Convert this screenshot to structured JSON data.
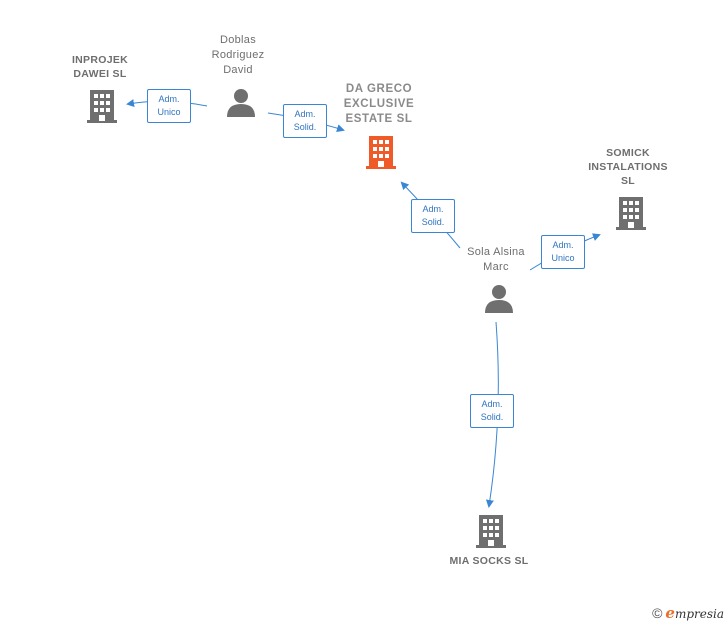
{
  "colors": {
    "edge": "#3a86d4",
    "building": "#6f6f6f",
    "building_focus": "#f05a28",
    "person": "#6f6f6f",
    "brand_accent": "#e8702a"
  },
  "nodes": {
    "inprojek": {
      "lines": [
        "INPROJEK",
        "DAWEI  SL"
      ],
      "icon": "building-icon"
    },
    "doblas": {
      "lines": [
        "Doblas",
        "Rodriguez",
        "David"
      ],
      "icon": "person-icon"
    },
    "dagreco": {
      "lines": [
        "DA GRECO",
        "EXCLUSIVE",
        "ESTATE  SL"
      ],
      "icon": "building-icon"
    },
    "somick": {
      "lines": [
        "SOMICK",
        "INSTALATIONS",
        "SL"
      ],
      "icon": "building-icon"
    },
    "sola": {
      "lines": [
        "Sola Alsina",
        "Marc"
      ],
      "icon": "person-icon"
    },
    "miasocks": {
      "lines": [
        "MIA SOCKS  SL"
      ],
      "icon": "building-icon"
    }
  },
  "edges": {
    "doblas_inprojek": [
      "Adm.",
      "Unico"
    ],
    "doblas_dagreco": [
      "Adm.",
      "Solid."
    ],
    "sola_dagreco": [
      "Adm.",
      "Solid."
    ],
    "sola_somick": [
      "Adm.",
      "Unico"
    ],
    "sola_miasocks": [
      "Adm.",
      "Solid."
    ]
  },
  "footer": {
    "copyright": "©",
    "brand_first": "e",
    "brand_rest": "mpresia"
  }
}
